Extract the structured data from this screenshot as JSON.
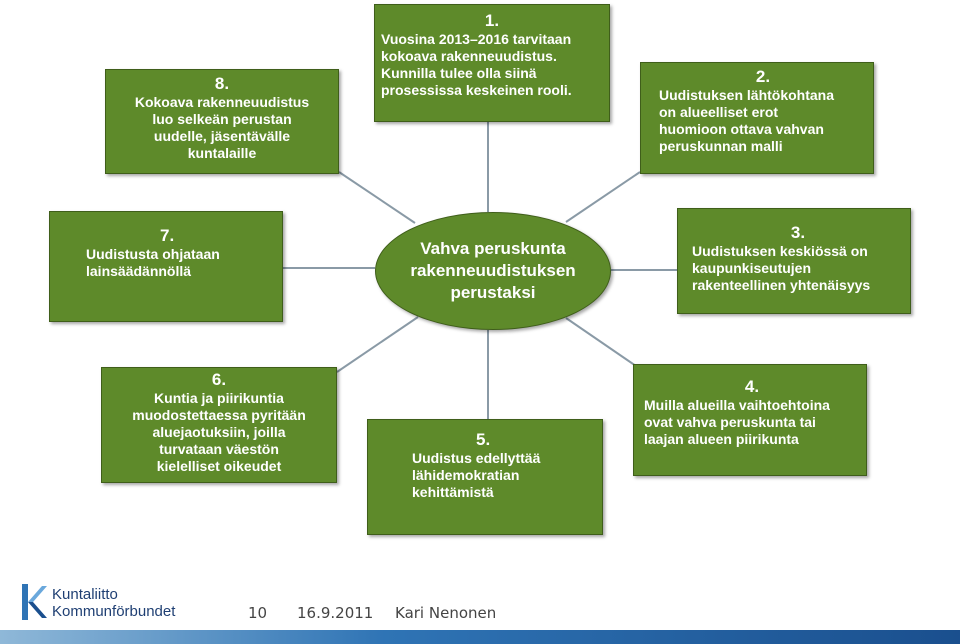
{
  "colors": {
    "box_fill": "#5e8a2a",
    "connector": "#8a9aa6",
    "footer_bar": "#2f74b5",
    "logo_text": "#1f3f73"
  },
  "center": {
    "text": "Vahva peruskunta\nrakenneuudistuksen\nperustaksi"
  },
  "boxes": [
    {
      "number": "1.",
      "text": "Vuosina 2013–2016 tarvitaan\nkokoava rakenneuudistus.\n   Kunnilla tulee olla siinä\n   prosessissa keskeinen rooli."
    },
    {
      "number": "2.",
      "text": "Uudistuksen lähtökohtana\n   on alueelliset erot\n   huomioon ottava vahvan\n   peruskunnan malli"
    },
    {
      "number": "3.",
      "text": "Uudistuksen keskiössä on\n   kaupunkiseutujen\nrakenteellinen yhtenäisyys"
    },
    {
      "number": "4.",
      "text": "Muilla alueilla vaihtoehtoina\n   ovat vahva peruskunta tai\nlaajan alueen piirikunta"
    },
    {
      "number": "5.",
      "text": "Uudistus edellyttää\nlähidemokratian\nkehittämistä"
    },
    {
      "number": "6.",
      "text": "Kuntia ja piirikuntia\nmuodostettaessa pyritään\naluejaotuksiin, joilla\nturvataan väestön\nkielelliset oikeudet"
    },
    {
      "number": "7.",
      "text": "Uudistusta ohjataan\nlainsäädännöllä"
    },
    {
      "number": "8.",
      "text": "Kokoava rakenneuudistus\nluo selkeän perustan\nuudelle, jäsentävälle\nkuntalaille"
    }
  ],
  "footer": {
    "logo_line1": "Kuntaliitto",
    "logo_line2": "Kommunförbundet",
    "slide_number": "10",
    "date": "16.9.2011",
    "author": "Kari Nenonen"
  }
}
